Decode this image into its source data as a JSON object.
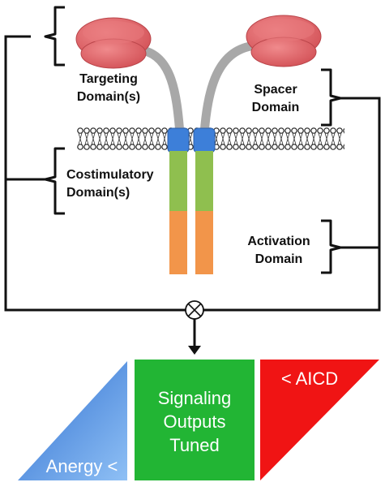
{
  "labels": {
    "targeting_line1": "Targeting",
    "targeting_line2": "Domain(s)",
    "spacer_line1": "Spacer",
    "spacer_line2": "Domain",
    "costim_line1": "Costimulatory",
    "costim_line2": "Domain(s)",
    "activation_line1": "Activation",
    "activation_line2": "Domain"
  },
  "outputs": {
    "left": "Anergy <",
    "center_line1": "Signaling",
    "center_line2": "Outputs",
    "center_line3": "Tuned",
    "right": "< AICD"
  },
  "colors": {
    "targeting_domain": "#d9555a",
    "spacer_stalk": "#a8a8a8",
    "transmembrane": "#3d7fd9",
    "costimulatory": "#8fbf4f",
    "activation": "#f2954a",
    "anergy": "#4a8fe0",
    "signaling": "#22b534",
    "aicd": "#f01414",
    "lines": "#111111"
  },
  "icons": {
    "integrator": "circled-times-icon"
  }
}
